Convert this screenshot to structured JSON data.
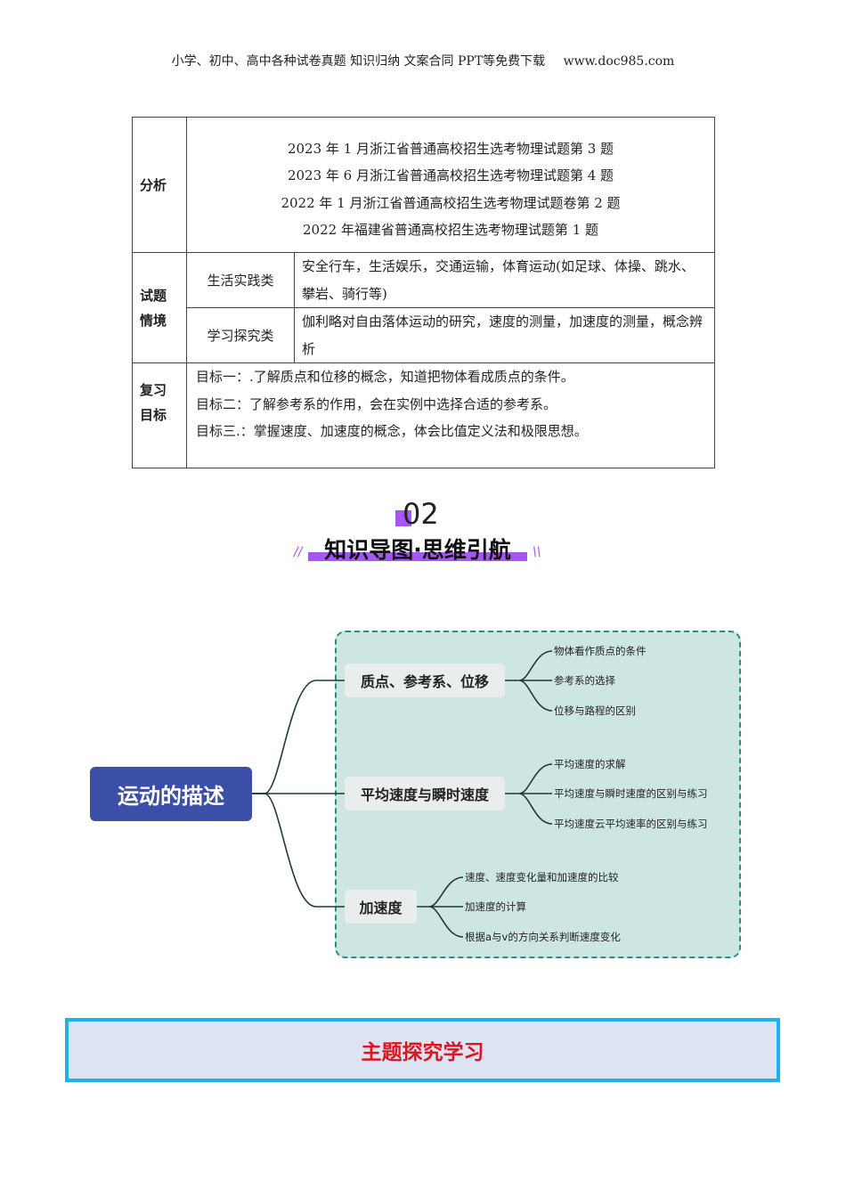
{
  "header": {
    "left": "小学、初中、高中各种试卷真题 知识归纳 文案合同 PPT等免费下载",
    "right": "www.doc985.com"
  },
  "table": {
    "analysis": {
      "label": "分析",
      "items": [
        "2023 年 1 月浙江省普通高校招生选考物理试题第 3 题",
        "2023 年 6 月浙江省普通高校招生选考物理试题第 4 题",
        "2022 年 1 月浙江省普通高校招生选考物理试题卷第 2 题",
        "2022 年福建省普通高校招生选考物理试题第 1 题"
      ]
    },
    "context": {
      "label": [
        "试题",
        "情境"
      ],
      "rows": [
        {
          "type": "生活实践类",
          "content": "安全行车，生活娱乐，交通运输，体育运动(如足球、体操、跳水、攀岩、骑行等)"
        },
        {
          "type": "学习探究类",
          "content": "伽利略对自由落体运动的研究，速度的测量，加速度的测量，概念辨析"
        }
      ]
    },
    "goals": {
      "label": [
        "复习",
        "目标"
      ],
      "items": [
        "目标一：.了解质点和位移的概念，知道把物体看成质点的条件。",
        "目标二：了解参考系的作用，会在实例中选择合适的参考系。",
        "目标三.：掌握速度、加速度的概念，体会比值定义法和极限思想。"
      ]
    }
  },
  "section": {
    "number": "02",
    "title": "知识导图·思维引航"
  },
  "mindmap": {
    "root": "运动的描述",
    "branches": [
      {
        "label": "质点、参考系、位移",
        "leaves": [
          "物体看作质点的条件",
          "参考系的选择",
          "位移与路程的区别"
        ]
      },
      {
        "label": "平均速度与瞬时速度",
        "leaves": [
          "平均速度的求解",
          "平均速度与瞬时速度的区别与练习",
          "平均速度云平均速率的区别与练习"
        ]
      },
      {
        "label": "加速度",
        "leaves": [
          "速度、速度变化量和加速度的比较",
          "加速度的计算",
          "根据a与v的方向关系判断速度变化"
        ]
      }
    ]
  },
  "banner": {
    "title": "主题探究学习"
  },
  "colors": {
    "purple": "#a855f7",
    "root": "#3b4fa8",
    "panel": "#cde6e2",
    "banner_border": "#1fb2e8",
    "banner_text": "#e0141e"
  }
}
